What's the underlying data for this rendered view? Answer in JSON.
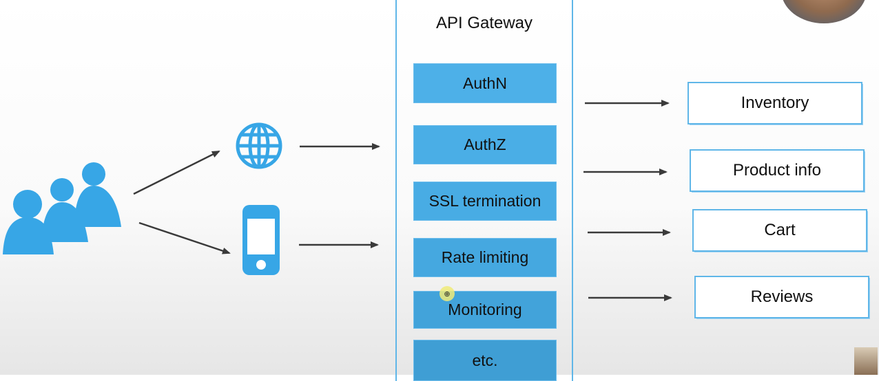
{
  "gateway": {
    "title": "API Gateway",
    "features": [
      "AuthN",
      "AuthZ",
      "SSL termination",
      "Rate limiting",
      "Monitoring",
      "etc."
    ]
  },
  "services": [
    "Inventory",
    "Product info",
    "Cart",
    "Reviews"
  ],
  "clients": {
    "icons": [
      "users-icon",
      "globe-icon",
      "mobile-phone-icon"
    ]
  },
  "colors": {
    "accent": "#3fa9e8",
    "feature_fill": "#4aaee6",
    "border": "#5fb6e8",
    "arrow": "#3a3a3a"
  }
}
